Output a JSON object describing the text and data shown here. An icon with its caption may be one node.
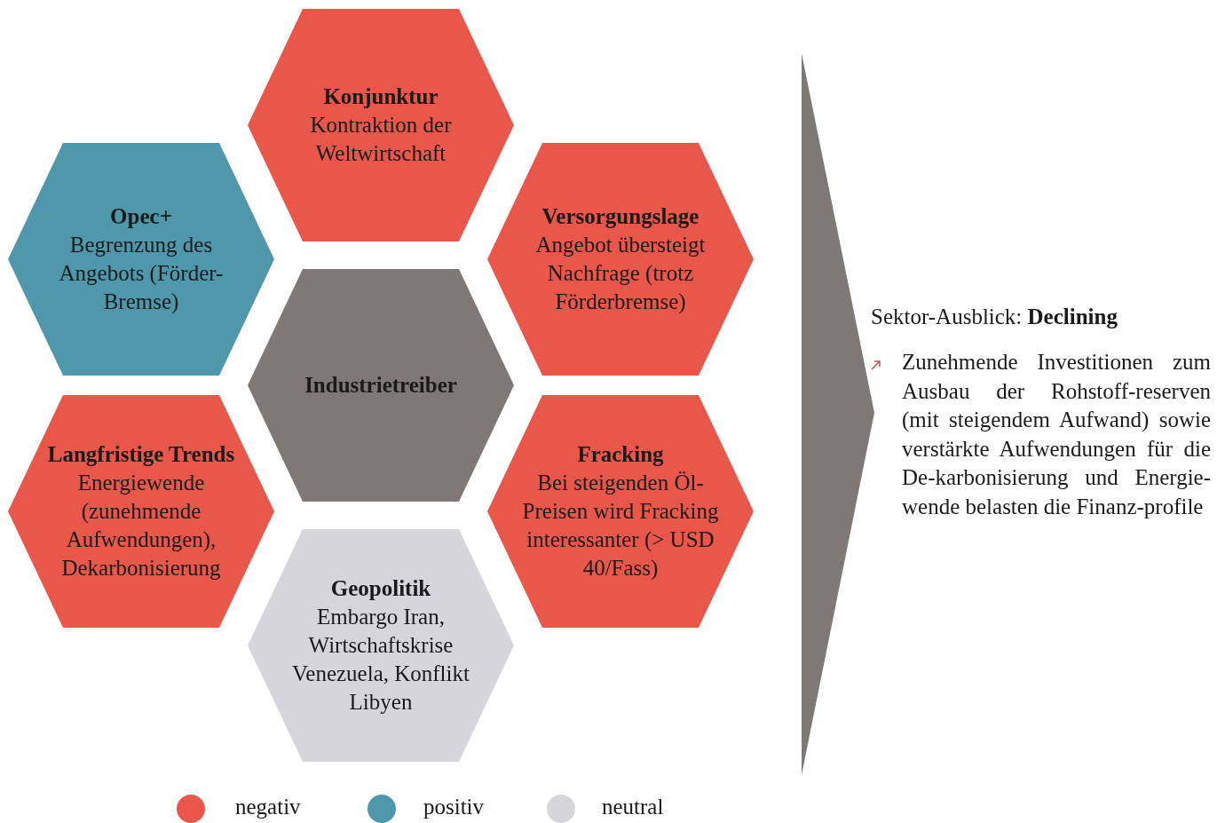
{
  "diagram": {
    "nodes": [
      {
        "text": [
          "Konjunktur",
          "Kontraktion der Weltwirtschaft"
        ]
      },
      {
        "text": [
          "Opec+",
          "Begrenzung des Angebots (Förder-Bremse)"
        ]
      },
      {
        "text": [
          "Versorgungslage",
          "Angebot übersteigt Nachfrage (trotz Förderbremse)"
        ]
      },
      {
        "text": [
          "Industrietreiber"
        ]
      },
      {
        "text": [
          "Langfristige Trends",
          "Energiewende (zunehmende Aufwendungen), Dekarbonisierung"
        ]
      },
      {
        "text": [
          "Fracking",
          "Bei steigenden Öl-Preisen wird Fracking interessanter (> USD 40/Fass)"
        ]
      },
      {
        "text": [
          "Geopolitik",
          "Embargo Iran, Wirtschaftskrise Venezuela, Konflikt Libyen"
        ]
      }
    ],
    "edges": [],
    "labels": [
      "Sektor-Ausblick: **Declining**",
      "Zunehmende Investitionen zum Ausbau der Rohstoff-reserven (mit steigendem Aufwand) sowie verstärkte Aufwendungen für die De-karbonisierung und Energie-wende belasten die Finanz-profile"
    ],
    "legend": [
      {
        "text": "negativ",
        "color": "#e8574a"
      },
      {
        "text": "positiv",
        "color": "#4f97aa"
      },
      {
        "text": "neutral",
        "color": "#d6d5dc"
      }
    ]
  }
}
